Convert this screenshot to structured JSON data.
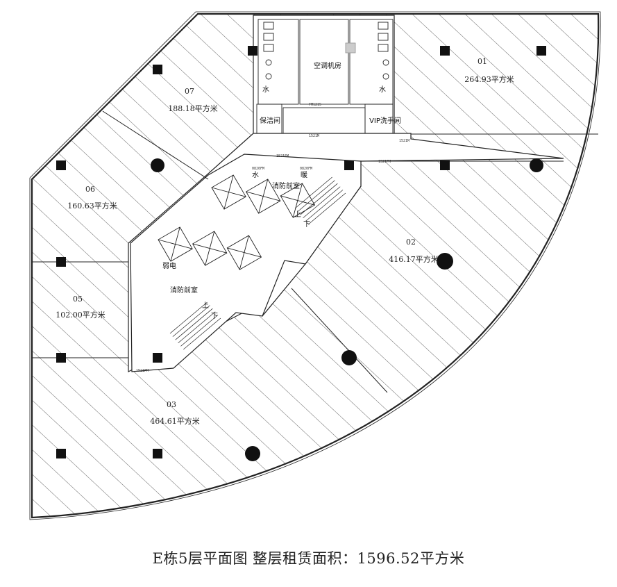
{
  "caption": "E栋5层平面图 整层租赁面积：1596.52平方米",
  "units": [
    {
      "id": "01",
      "area": "264.93平方米"
    },
    {
      "id": "02",
      "area": "416.17平方米"
    },
    {
      "id": "03",
      "area": "464.61平方米"
    },
    {
      "id": "05",
      "area": "102.00平方米"
    },
    {
      "id": "06",
      "area": "160.63平方米"
    },
    {
      "id": "07",
      "area": "188.18平方米"
    }
  ],
  "rooms": {
    "ac_room": "空调机房",
    "cleaning": "保洁间",
    "vip_restroom": "VIP洗手间",
    "fire_lobby_a": "消防前室",
    "fire_lobby_b": "消防前室",
    "water_a": "水",
    "water_b": "水",
    "water_c": "水",
    "warm": "暖",
    "weak_elec": "弱电",
    "up_a": "上",
    "down_a": "下",
    "up_b": "上",
    "down_b": "下"
  },
  "colors": {
    "line": "#222222",
    "hatch": "#555555",
    "bg": "#ffffff"
  }
}
